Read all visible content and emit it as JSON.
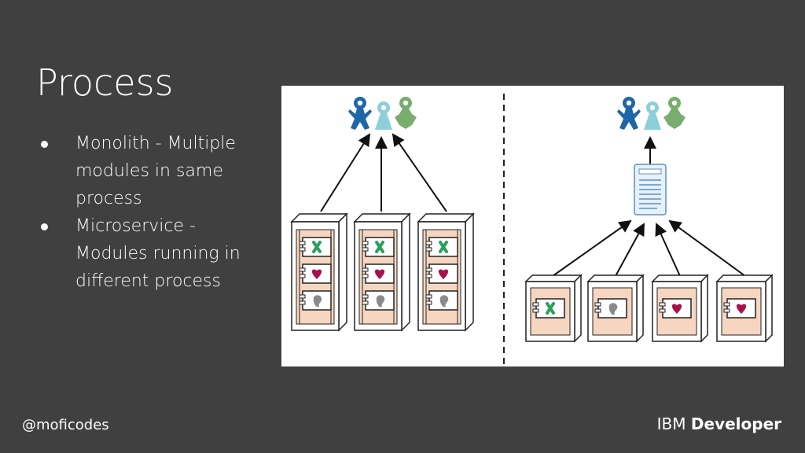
{
  "slide": {
    "title": "Process",
    "bullets": [
      {
        "text": "Monolith - Multiple modules in same process"
      },
      {
        "text": "Microservice - Modules running in different process"
      }
    ]
  },
  "footer": {
    "handle": "@moficodes",
    "brand_light": "IBM",
    "brand_bold": "Developer"
  },
  "colors": {
    "background": "#404040",
    "text": "#ffffff",
    "user_blue": "#1f66a8",
    "user_teal": "#8ccfd9",
    "user_green": "#78ad6e",
    "module_fill": "#f6d6c0",
    "icon_x": "#2e9e5c",
    "icon_heart": "#a8124a",
    "icon_ear": "#8a8a8a"
  },
  "diagram": {
    "icons": [
      "user-group-icon",
      "server-doc-icon",
      "container-icon",
      "module-component-icon",
      "x-icon",
      "heart-icon",
      "ear-icon"
    ]
  }
}
